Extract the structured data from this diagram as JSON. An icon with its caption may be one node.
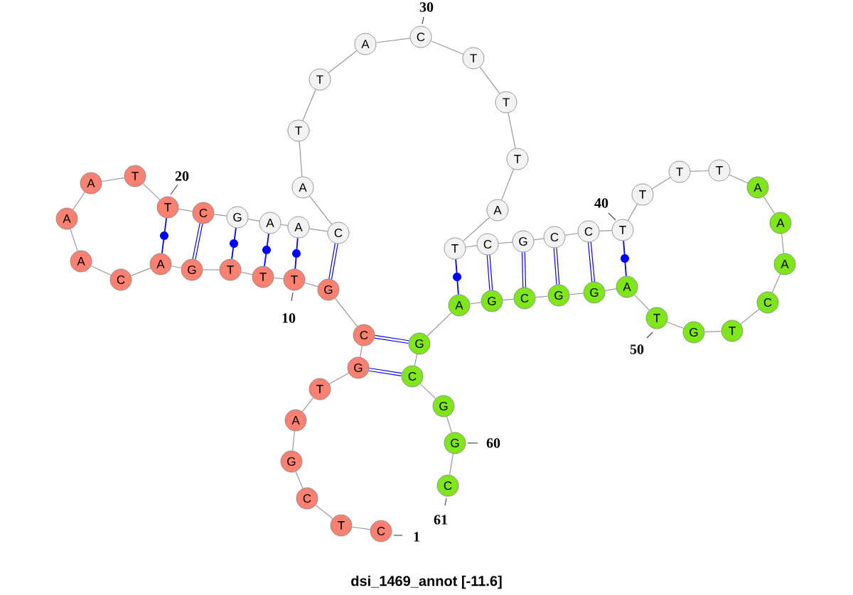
{
  "diagram": {
    "caption": "dsi_1469_annot [-11.6]",
    "nodes": [
      {
        "text": [
          "C"
        ],
        "beside": [
          "1"
        ]
      },
      {
        "text": [
          "T"
        ]
      },
      {
        "text": [
          "C"
        ]
      },
      {
        "text": [
          "G"
        ]
      },
      {
        "text": [
          "A"
        ]
      },
      {
        "text": [
          "T"
        ]
      },
      {
        "text": [
          "G"
        ]
      },
      {
        "text": [
          "C"
        ]
      },
      {
        "text": [
          "G"
        ]
      },
      {
        "text": [
          "T"
        ],
        "beside": [
          "10"
        ]
      },
      {
        "text": [
          "T"
        ]
      },
      {
        "text": [
          "T"
        ]
      },
      {
        "text": [
          "G"
        ]
      },
      {
        "text": [
          "A"
        ]
      },
      {
        "text": [
          "C"
        ]
      },
      {
        "text": [
          "A"
        ]
      },
      {
        "text": [
          "A"
        ]
      },
      {
        "text": [
          "A"
        ]
      },
      {
        "text": [
          "T"
        ]
      },
      {
        "text": [
          "T"
        ],
        "beside": [
          "20"
        ]
      },
      {
        "text": [
          "C"
        ]
      },
      {
        "text": [
          "G"
        ]
      },
      {
        "text": [
          "A"
        ]
      },
      {
        "text": [
          "A"
        ]
      },
      {
        "text": [
          "C"
        ]
      },
      {
        "text": [
          "A"
        ]
      },
      {
        "text": [
          "T"
        ]
      },
      {
        "text": [
          "T"
        ]
      },
      {
        "text": [
          "A"
        ]
      },
      {
        "text": [
          "C"
        ],
        "beside": [
          "30"
        ]
      },
      {
        "text": [
          "T"
        ]
      },
      {
        "text": [
          "T"
        ]
      },
      {
        "text": [
          "T"
        ]
      },
      {
        "text": [
          "A"
        ]
      },
      {
        "text": [
          "T"
        ]
      },
      {
        "text": [
          "C"
        ]
      },
      {
        "text": [
          "G"
        ]
      },
      {
        "text": [
          "C"
        ]
      },
      {
        "text": [
          "C"
        ]
      },
      {
        "text": [
          "T"
        ],
        "beside": [
          "40"
        ]
      },
      {
        "text": [
          "T"
        ]
      },
      {
        "text": [
          "T"
        ]
      },
      {
        "text": [
          "T"
        ]
      },
      {
        "text": [
          "A"
        ]
      },
      {
        "text": [
          "A"
        ]
      },
      {
        "text": [
          "A"
        ]
      },
      {
        "text": [
          "C"
        ]
      },
      {
        "text": [
          "T"
        ]
      },
      {
        "text": [
          "G"
        ]
      },
      {
        "text": [
          "T"
        ],
        "beside": [
          "50"
        ]
      },
      {
        "text": [
          "A"
        ]
      },
      {
        "text": [
          "G"
        ]
      },
      {
        "text": [
          "G"
        ]
      },
      {
        "text": [
          "C"
        ]
      },
      {
        "text": [
          "G"
        ]
      },
      {
        "text": [
          "A"
        ]
      },
      {
        "text": [
          "G"
        ]
      },
      {
        "text": [
          "C"
        ]
      },
      {
        "text": [
          "G"
        ]
      },
      {
        "text": [
          "G"
        ],
        "beside": [
          "60"
        ]
      },
      {
        "text": [
          "C"
        ],
        "beside": [
          "61"
        ]
      }
    ],
    "edges": [
      {
        "from": 0,
        "to": 1,
        "arrow": "none"
      },
      {
        "from": 1,
        "to": 2,
        "arrow": "none"
      },
      {
        "from": 2,
        "to": 3,
        "arrow": "none"
      },
      {
        "from": 3,
        "to": 4,
        "arrow": "none"
      },
      {
        "from": 4,
        "to": 5,
        "arrow": "none"
      },
      {
        "from": 5,
        "to": 6,
        "arrow": "none"
      },
      {
        "from": 6,
        "to": 7,
        "arrow": "none"
      },
      {
        "from": 7,
        "to": 8,
        "arrow": "none"
      },
      {
        "from": 8,
        "to": 9,
        "arrow": "none"
      },
      {
        "from": 9,
        "to": 10,
        "arrow": "none"
      },
      {
        "from": 10,
        "to": 11,
        "arrow": "none"
      },
      {
        "from": 11,
        "to": 12,
        "arrow": "none"
      },
      {
        "from": 12,
        "to": 13,
        "arrow": "none"
      },
      {
        "from": 13,
        "to": 14,
        "arrow": "none"
      },
      {
        "from": 14,
        "to": 15,
        "arrow": "none"
      },
      {
        "from": 15,
        "to": 16,
        "arrow": "none"
      },
      {
        "from": 16,
        "to": 17,
        "arrow": "none"
      },
      {
        "from": 17,
        "to": 18,
        "arrow": "none"
      },
      {
        "from": 18,
        "to": 19,
        "arrow": "none"
      },
      {
        "from": 19,
        "to": 20,
        "arrow": "none"
      },
      {
        "from": 20,
        "to": 21,
        "arrow": "none"
      },
      {
        "from": 21,
        "to": 22,
        "arrow": "none"
      },
      {
        "from": 22,
        "to": 23,
        "arrow": "none"
      },
      {
        "from": 23,
        "to": 24,
        "arrow": "none"
      },
      {
        "from": 24,
        "to": 25,
        "arrow": "none"
      },
      {
        "from": 25,
        "to": 26,
        "arrow": "none"
      },
      {
        "from": 26,
        "to": 27,
        "arrow": "none"
      },
      {
        "from": 27,
        "to": 28,
        "arrow": "none"
      },
      {
        "from": 28,
        "to": 29,
        "arrow": "none"
      },
      {
        "from": 29,
        "to": 30,
        "arrow": "none"
      },
      {
        "from": 30,
        "to": 31,
        "arrow": "none"
      },
      {
        "from": 31,
        "to": 32,
        "arrow": "none"
      },
      {
        "from": 32,
        "to": 33,
        "arrow": "none"
      },
      {
        "from": 33,
        "to": 34,
        "arrow": "none"
      },
      {
        "from": 34,
        "to": 35,
        "arrow": "none"
      },
      {
        "from": 35,
        "to": 36,
        "arrow": "none"
      },
      {
        "from": 36,
        "to": 37,
        "arrow": "none"
      },
      {
        "from": 37,
        "to": 38,
        "arrow": "none"
      },
      {
        "from": 38,
        "to": 39,
        "arrow": "none"
      },
      {
        "from": 39,
        "to": 40,
        "arrow": "none"
      },
      {
        "from": 40,
        "to": 41,
        "arrow": "none"
      },
      {
        "from": 41,
        "to": 42,
        "arrow": "none"
      },
      {
        "from": 42,
        "to": 43,
        "arrow": "none"
      },
      {
        "from": 43,
        "to": 44,
        "arrow": "none"
      },
      {
        "from": 44,
        "to": 45,
        "arrow": "none"
      },
      {
        "from": 45,
        "to": 46,
        "arrow": "none"
      },
      {
        "from": 46,
        "to": 47,
        "arrow": "none"
      },
      {
        "from": 47,
        "to": 48,
        "arrow": "none"
      },
      {
        "from": 48,
        "to": 49,
        "arrow": "none"
      },
      {
        "from": 49,
        "to": 50,
        "arrow": "none"
      },
      {
        "from": 50,
        "to": 51,
        "arrow": "none"
      },
      {
        "from": 51,
        "to": 52,
        "arrow": "none"
      },
      {
        "from": 52,
        "to": 53,
        "arrow": "none"
      },
      {
        "from": 53,
        "to": 54,
        "arrow": "none"
      },
      {
        "from": 54,
        "to": 55,
        "arrow": "none"
      },
      {
        "from": 55,
        "to": 56,
        "arrow": "none"
      },
      {
        "from": 56,
        "to": 57,
        "arrow": "none"
      },
      {
        "from": 57,
        "to": 58,
        "arrow": "none"
      },
      {
        "from": 58,
        "to": 59,
        "arrow": "none"
      },
      {
        "from": 59,
        "to": 60,
        "arrow": "none"
      },
      {
        "from": 6,
        "to": 57,
        "arrow": "none",
        "style": "thick",
        "color": "#0000ff"
      },
      {
        "from": 7,
        "to": 56,
        "arrow": "none",
        "style": "thick",
        "color": "#0000ff"
      },
      {
        "from": 8,
        "to": 24,
        "arrow": "none",
        "style": "thick",
        "color": "#0000ff"
      },
      {
        "from": 9,
        "to": 23,
        "arrow": "none",
        "color": "#0000ff"
      },
      {
        "from": 10,
        "to": 22,
        "arrow": "none",
        "color": "#0000ff"
      },
      {
        "from": 11,
        "to": 21,
        "arrow": "none",
        "color": "#0000ff"
      },
      {
        "from": 12,
        "to": 20,
        "arrow": "none",
        "style": "thick",
        "color": "#0000ff"
      },
      {
        "from": 13,
        "to": 19,
        "arrow": "none",
        "color": "#0000ff"
      },
      {
        "from": 34,
        "to": 55,
        "arrow": "none",
        "color": "#0000ff"
      },
      {
        "from": 35,
        "to": 54,
        "arrow": "none",
        "style": "thick",
        "color": "#0000ff"
      },
      {
        "from": 36,
        "to": 53,
        "arrow": "none",
        "style": "thick",
        "color": "#0000ff"
      },
      {
        "from": 37,
        "to": 52,
        "arrow": "none",
        "style": "thick",
        "color": "#0000ff"
      },
      {
        "from": 38,
        "to": 51,
        "arrow": "none",
        "style": "thick",
        "color": "#0000ff"
      },
      {
        "from": 39,
        "to": 50,
        "arrow": "none",
        "color": "#0000ff"
      }
    ]
  }
}
